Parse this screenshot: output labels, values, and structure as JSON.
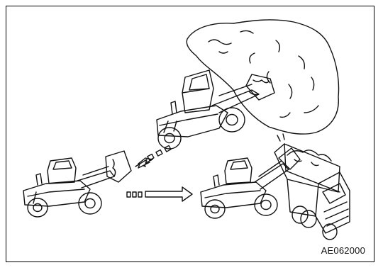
{
  "figure": {
    "code": "AE062000"
  },
  "steps": [
    {
      "name": "loader-scooping-pile",
      "action": "digging"
    },
    {
      "name": "loader-reversing",
      "action": "reversing"
    },
    {
      "name": "loader-dumping-into-truck",
      "action": "dumping"
    }
  ],
  "colors": {
    "line": "#111111",
    "background": "#ffffff"
  },
  "icons": [
    "loader-icon",
    "dump-truck-icon",
    "material-pile-icon",
    "dashed-arrow-icon"
  ]
}
